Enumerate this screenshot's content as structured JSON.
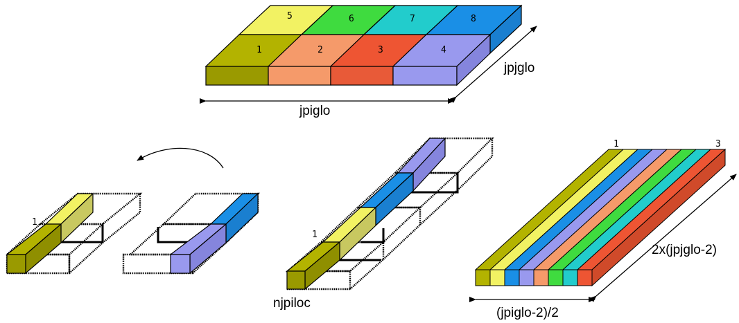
{
  "colors": {
    "olive": "#b3b300",
    "yellow": "#f2f263",
    "green": "#3fdb3f",
    "cyan": "#22cccc",
    "blue": "#1a8fe6",
    "lavender": "#9999ee",
    "salmon": "#f59a6a",
    "orangered": "#ee5533"
  },
  "top": {
    "domain_numbers": [
      "1",
      "2",
      "3",
      "4",
      "5",
      "6",
      "7",
      "8"
    ],
    "x_label": "jpiglo",
    "y_label": "jpjglo"
  },
  "left": {
    "index_label": "1"
  },
  "middle": {
    "index_label": "1",
    "bottom_label": "njpiloc"
  },
  "right": {
    "start_label": "1",
    "end_label": "3",
    "x_label": "(jpiglo-2)/2",
    "y_label": "2x(jpjglo-2)"
  }
}
